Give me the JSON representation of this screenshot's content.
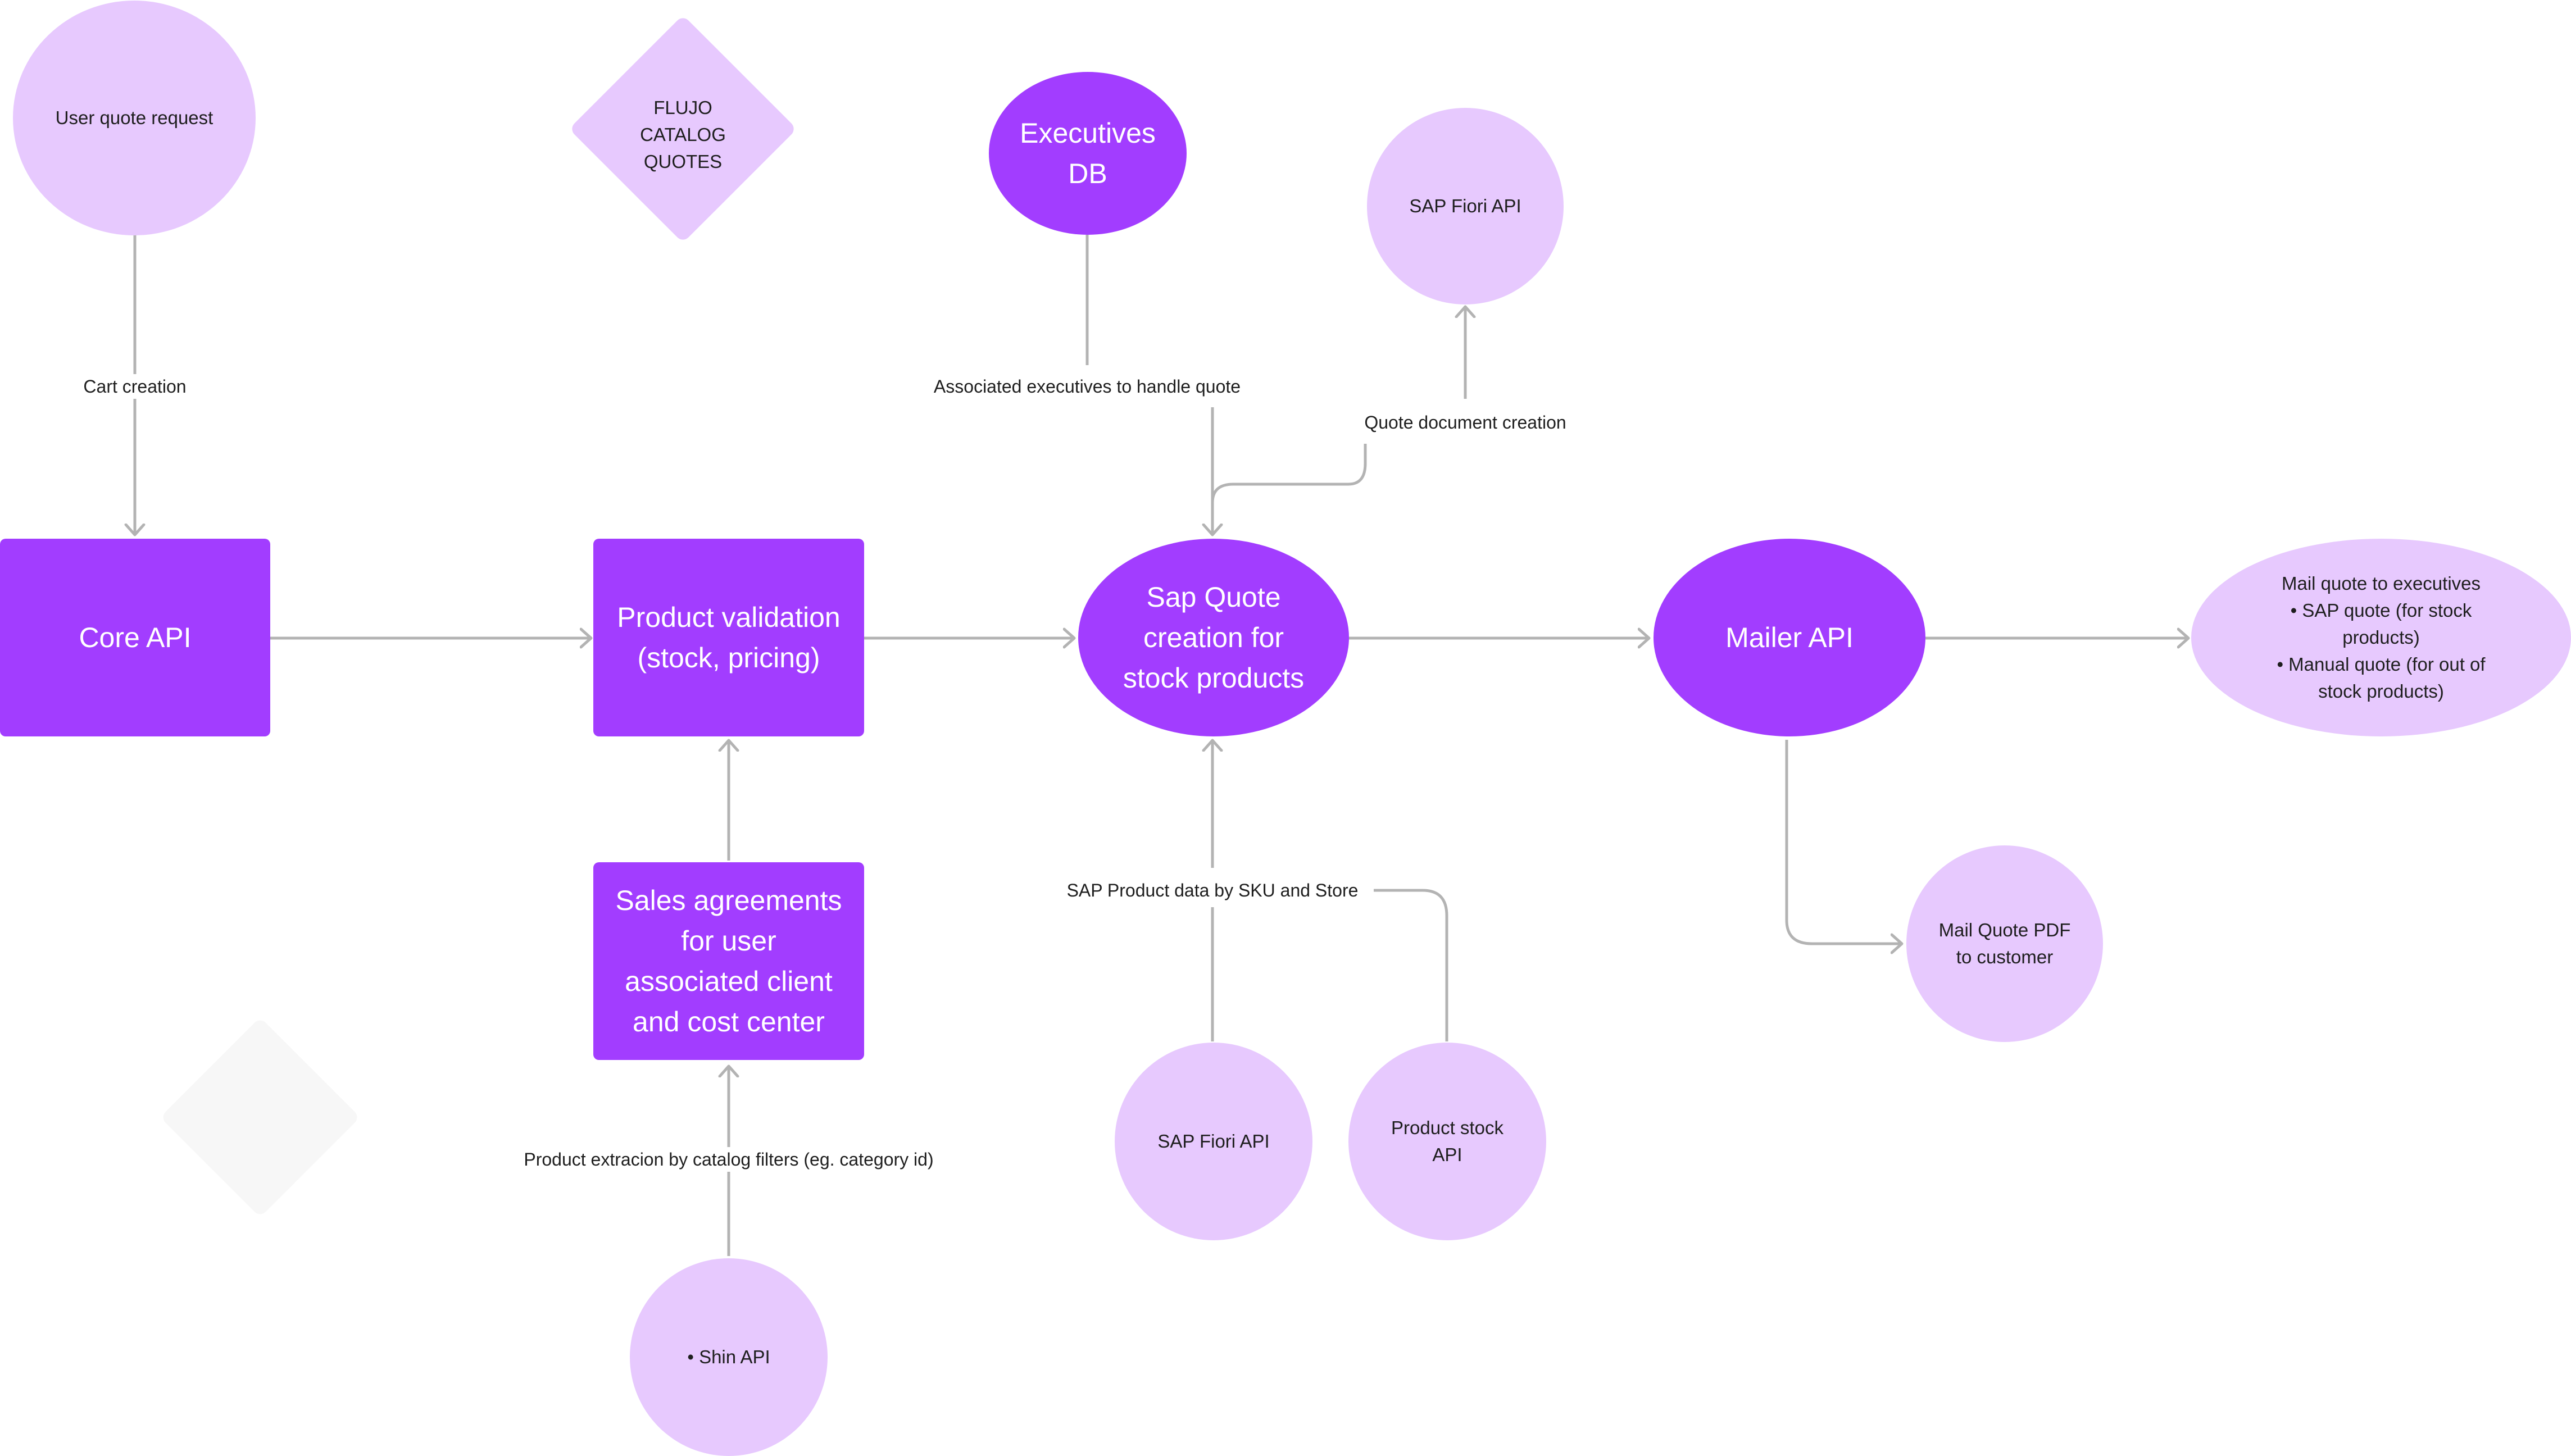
{
  "nodes": {
    "user_quote_request": "User quote request",
    "flujo": "FLUJO\nCATALOG\nQUOTES",
    "executives_db": "Executives\nDB",
    "sap_fiori_top": "SAP Fiori API",
    "core_api": "Core API",
    "product_validation": "Product validation\n(stock, pricing)",
    "sap_quote": "Sap Quote\ncreation for\nstock products",
    "mailer_api": "Mailer API",
    "mail_executives": {
      "title": "Mail quote to executives",
      "items": [
        "SAP quote (for stock\nproducts)",
        "Manual quote (for out of\nstock products)"
      ]
    },
    "sales_agreements": "Sales agreements\nfor user\nassociated client\nand cost center",
    "mail_pdf": "Mail Quote PDF\nto customer",
    "sap_fiori_bottom": "SAP Fiori API",
    "product_stock": "Product stock\nAPI",
    "shin_api": "Shin API"
  },
  "labels": {
    "cart_creation": "Cart creation",
    "associated_executives": "Associated executives to handle quote",
    "quote_document": "Quote document creation",
    "sap_product_data": "SAP Product data by SKU and Store",
    "product_extraction": "Product extracion by catalog filters (eg. category id)"
  },
  "colors": {
    "dark_node": "#a23dff",
    "light_node": "#e7c9fe",
    "connector": "#b3b3b3",
    "ghost_diamond": "#f7f7f7"
  }
}
